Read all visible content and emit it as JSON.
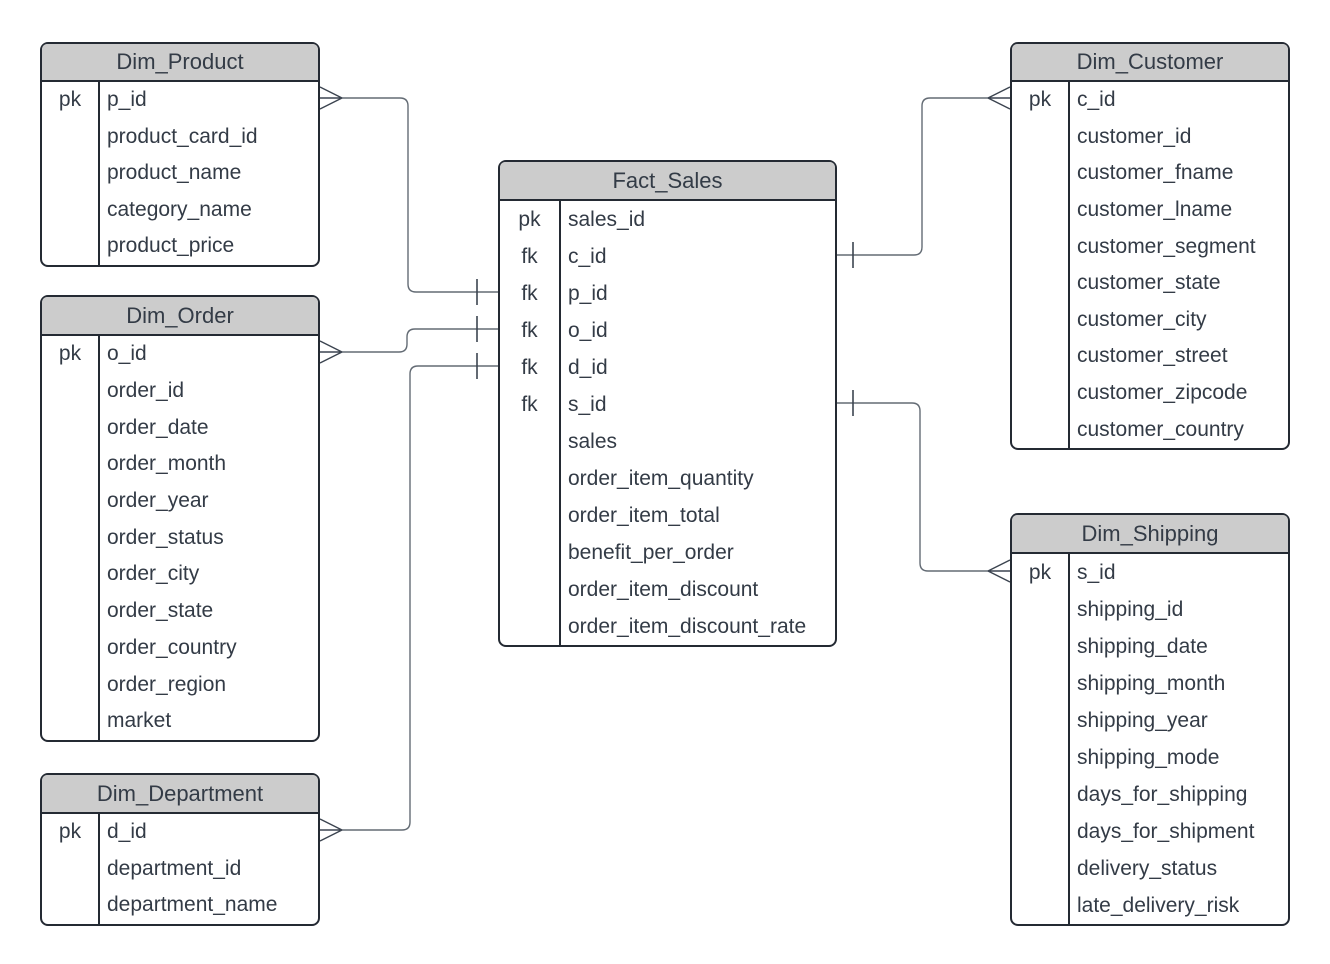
{
  "diagram": {
    "type": "star-schema-entity-relationship",
    "colors": {
      "background": "#ffffff",
      "table_fill": "#ffffff",
      "header_fill": "#cccccc",
      "border": "#242a33",
      "text": "#333b46",
      "wire": "#636b74",
      "marker": "#3c4450"
    },
    "tables": [
      {
        "id": "dim_product",
        "title": "Dim_Product",
        "rows": [
          {
            "key": "pk",
            "field": "p_id"
          },
          {
            "key": "",
            "field": "product_card_id"
          },
          {
            "key": "",
            "field": "product_name"
          },
          {
            "key": "",
            "field": "category_name"
          },
          {
            "key": "",
            "field": "product_price"
          }
        ]
      },
      {
        "id": "dim_order",
        "title": "Dim_Order",
        "rows": [
          {
            "key": "pk",
            "field": "o_id"
          },
          {
            "key": "",
            "field": "order_id"
          },
          {
            "key": "",
            "field": "order_date"
          },
          {
            "key": "",
            "field": "order_month"
          },
          {
            "key": "",
            "field": "order_year"
          },
          {
            "key": "",
            "field": "order_status"
          },
          {
            "key": "",
            "field": "order_city"
          },
          {
            "key": "",
            "field": "order_state"
          },
          {
            "key": "",
            "field": "order_country"
          },
          {
            "key": "",
            "field": "order_region"
          },
          {
            "key": "",
            "field": "market"
          }
        ]
      },
      {
        "id": "dim_department",
        "title": "Dim_Department",
        "rows": [
          {
            "key": "pk",
            "field": "d_id"
          },
          {
            "key": "",
            "field": "department_id"
          },
          {
            "key": "",
            "field": "department_name"
          }
        ]
      },
      {
        "id": "fact_sales",
        "title": "Fact_Sales",
        "rows": [
          {
            "key": "pk",
            "field": "sales_id"
          },
          {
            "key": "fk",
            "field": "c_id"
          },
          {
            "key": "fk",
            "field": "p_id"
          },
          {
            "key": "fk",
            "field": "o_id"
          },
          {
            "key": "fk",
            "field": "d_id"
          },
          {
            "key": "fk",
            "field": "s_id"
          },
          {
            "key": "",
            "field": "sales"
          },
          {
            "key": "",
            "field": "order_item_quantity"
          },
          {
            "key": "",
            "field": "order_item_total"
          },
          {
            "key": "",
            "field": "benefit_per_order"
          },
          {
            "key": "",
            "field": "order_item_discount"
          },
          {
            "key": "",
            "field": "order_item_discount_rate"
          }
        ]
      },
      {
        "id": "dim_customer",
        "title": "Dim_Customer",
        "rows": [
          {
            "key": "pk",
            "field": "c_id"
          },
          {
            "key": "",
            "field": "customer_id"
          },
          {
            "key": "",
            "field": "customer_fname"
          },
          {
            "key": "",
            "field": "customer_lname"
          },
          {
            "key": "",
            "field": "customer_segment"
          },
          {
            "key": "",
            "field": "customer_state"
          },
          {
            "key": "",
            "field": "customer_city"
          },
          {
            "key": "",
            "field": "customer_street"
          },
          {
            "key": "",
            "field": "customer_zipcode"
          },
          {
            "key": "",
            "field": "customer_country"
          }
        ]
      },
      {
        "id": "dim_shipping",
        "title": "Dim_Shipping",
        "rows": [
          {
            "key": "pk",
            "field": "s_id"
          },
          {
            "key": "",
            "field": "shipping_id"
          },
          {
            "key": "",
            "field": "shipping_date"
          },
          {
            "key": "",
            "field": "shipping_month"
          },
          {
            "key": "",
            "field": "shipping_year"
          },
          {
            "key": "",
            "field": "shipping_mode"
          },
          {
            "key": "",
            "field": "days_for_shipping"
          },
          {
            "key": "",
            "field": "days_for_shipment"
          },
          {
            "key": "",
            "field": "delivery_status"
          },
          {
            "key": "",
            "field": "late_delivery_risk"
          }
        ]
      }
    ],
    "relationships": [
      {
        "id": "product_sales",
        "from": "Dim_Product.p_id",
        "to": "Fact_Sales.p_id",
        "from_marker": "many-crow-foot",
        "to_marker": "one-tick"
      },
      {
        "id": "order_sales",
        "from": "Dim_Order.o_id",
        "to": "Fact_Sales.o_id",
        "from_marker": "many-crow-foot",
        "to_marker": "one-tick"
      },
      {
        "id": "department_sales",
        "from": "Dim_Department.d_id",
        "to": "Fact_Sales.d_id",
        "from_marker": "many-crow-foot",
        "to_marker": "one-tick"
      },
      {
        "id": "customer_sales",
        "from": "Dim_Customer.c_id",
        "to": "Fact_Sales.c_id",
        "from_marker": "many-crow-foot",
        "to_marker": "one-tick"
      },
      {
        "id": "shipping_sales",
        "from": "Dim_Shipping.s_id",
        "to": "Fact_Sales.s_id",
        "from_marker": "many-crow-foot",
        "to_marker": "one-tick"
      }
    ]
  }
}
